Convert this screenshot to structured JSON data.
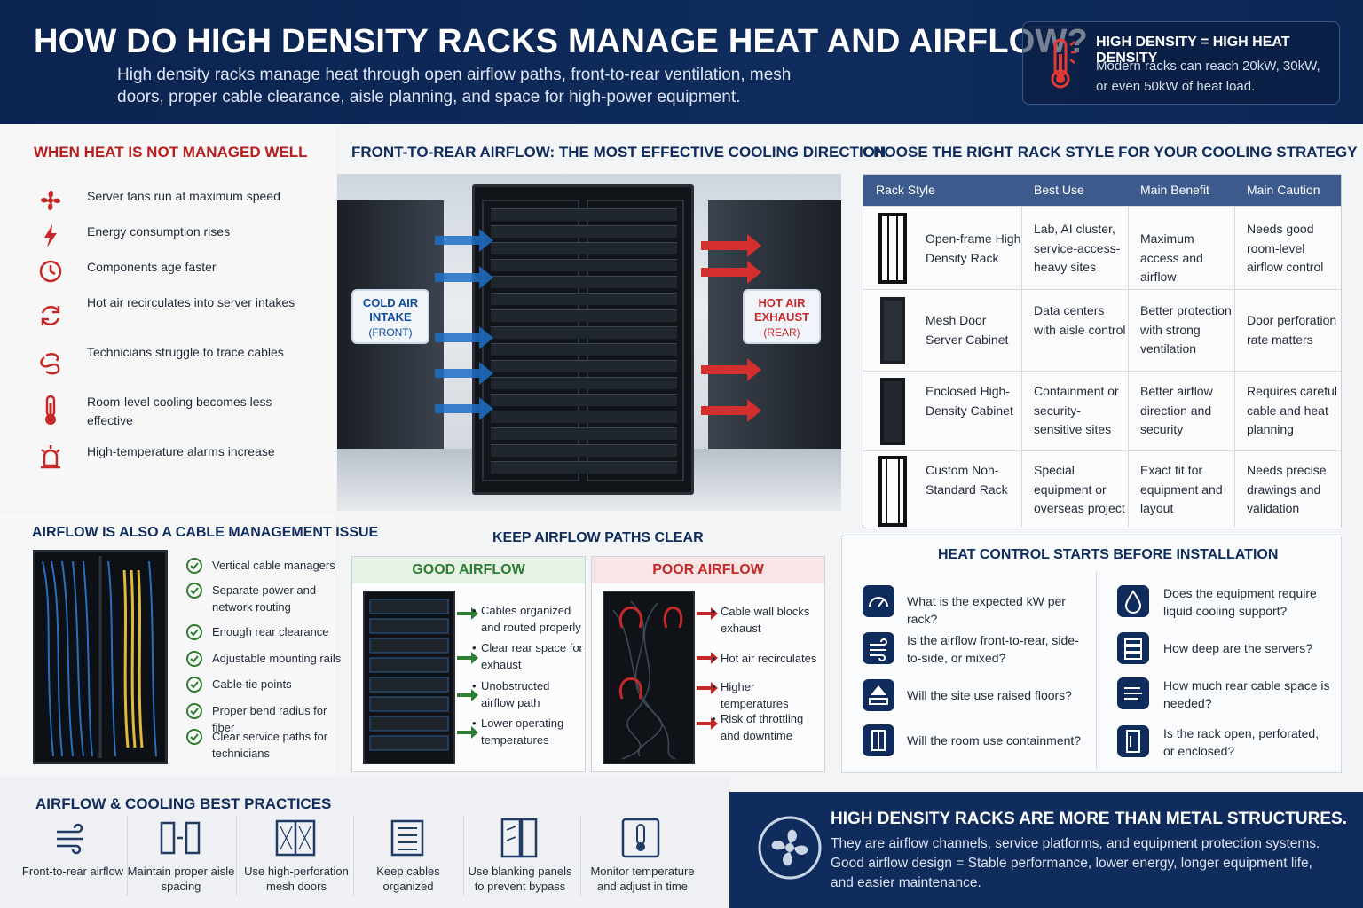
{
  "header": {
    "title": "HOW DO HIGH DENSITY RACKS MANAGE HEAT AND AIRFLOW?",
    "subtitle": "High density racks manage heat through open airflow paths, front-to-rear ventilation, mesh doors, proper cable clearance, aisle planning, and space for high-power equipment.",
    "callout_title": "HIGH DENSITY = HIGH HEAT DENSITY",
    "callout_body": "Modern racks can reach 20kW, 30kW, or even 50kW of heat load."
  },
  "heat_issues": {
    "title": "WHEN HEAT IS NOT MANAGED WELL",
    "items": [
      {
        "text": "Server fans run at maximum speed",
        "icon": "fan-icon"
      },
      {
        "text": "Energy consumption rises",
        "icon": "lightning-icon"
      },
      {
        "text": "Components age faster",
        "icon": "clock-icon"
      },
      {
        "text": "Hot air recirculates into server intakes",
        "icon": "recirculate-icon"
      },
      {
        "text": "Technicians struggle to trace cables",
        "icon": "cable-icon"
      },
      {
        "text": "Room-level cooling becomes less effective",
        "icon": "thermometer-icon"
      },
      {
        "text": "High-temperature alarms increase",
        "icon": "alarm-icon"
      }
    ]
  },
  "front_rear": {
    "title": "FRONT-TO-REAR AIRFLOW: THE MOST EFFECTIVE COOLING DIRECTION",
    "cold_line1": "COLD AIR",
    "cold_line2": "INTAKE",
    "cold_line3": "(FRONT)",
    "hot_line1": "HOT AIR",
    "hot_line2": "EXHAUST",
    "hot_line3": "(REAR)",
    "cold_color": "#1e6fc6",
    "hot_color": "#c62828"
  },
  "rack_styles": {
    "title": "CHOOSE THE RIGHT RACK STYLE FOR YOUR COOLING STRATEGY",
    "headers": [
      "Rack Style",
      "Best Use",
      "Main Benefit",
      "Main Caution"
    ],
    "rows": [
      {
        "style": "Open-frame High Density Rack",
        "use": "Lab, AI cluster, service-access-heavy sites",
        "benefit": "Maximum access and airflow",
        "caution": "Needs good room-level airflow control"
      },
      {
        "style": "Mesh Door Server Cabinet",
        "use": "Data centers with aisle control",
        "benefit": "Better protection with strong ventilation",
        "caution": "Door perforation rate matters"
      },
      {
        "style": "Enclosed High-Density Cabinet",
        "use": "Containment or security-sensitive sites",
        "benefit": "Better airflow direction and security",
        "caution": "Requires careful cable and heat planning"
      },
      {
        "style": "Custom Non-Standard Rack",
        "use": "Special equipment or overseas project",
        "benefit": "Exact fit for equipment and layout",
        "caution": "Needs precise drawings and validation"
      }
    ]
  },
  "cable": {
    "title": "AIRFLOW IS ALSO A CABLE MANAGEMENT ISSUE",
    "items": [
      "Vertical cable managers",
      "Separate power and network routing",
      "Enough rear clearance",
      "Adjustable mounting rails",
      "Cable tie points",
      "Proper bend radius for fiber",
      "Clear service paths for technicians"
    ]
  },
  "clear_paths": {
    "title": "KEEP AIRFLOW PATHS CLEAR",
    "good_title": "GOOD AIRFLOW",
    "good_items": [
      "Cables organized and routed properly",
      "Clear rear space for exhaust",
      "Unobstructed airflow path",
      "Lower operating temperatures"
    ],
    "poor_title": "POOR AIRFLOW",
    "poor_items": [
      "Cable wall blocks exhaust",
      "Hot air recirculates",
      "Higher temperatures",
      "Risk of throttling and downtime"
    ],
    "good_color": "#2e7d32",
    "poor_color": "#c62828"
  },
  "heat_control": {
    "title": "HEAT CONTROL STARTS BEFORE INSTALLATION",
    "left": [
      {
        "text": "What is the expected kW per rack?",
        "icon": "gauge-icon"
      },
      {
        "text": "Is the airflow front-to-rear, side-to-side, or mixed?",
        "icon": "wind-icon"
      },
      {
        "text": "Will the site use raised floors?",
        "icon": "raised-floor-icon"
      },
      {
        "text": "Will the room use containment?",
        "icon": "door-icon"
      }
    ],
    "right": [
      {
        "text": "Does the equipment require liquid cooling support?",
        "icon": "droplet-icon"
      },
      {
        "text": "How deep are the servers?",
        "icon": "server-icon"
      },
      {
        "text": "How much rear cable space is needed?",
        "icon": "cable-space-icon"
      },
      {
        "text": "Is the rack open, perforated, or enclosed?",
        "icon": "rack-door-icon"
      }
    ]
  },
  "best_practices": {
    "title": "AIRFLOW & COOLING BEST PRACTICES",
    "items": [
      {
        "text": "Front-to-rear airflow",
        "icon": "airflow-icon"
      },
      {
        "text": "Maintain proper aisle spacing",
        "icon": "aisle-icon"
      },
      {
        "text": "Use high-perforation mesh doors",
        "icon": "mesh-door-icon"
      },
      {
        "text": "Keep cables organized",
        "icon": "cable-organizer-icon"
      },
      {
        "text": "Use blanking panels to prevent bypass",
        "icon": "blanking-panel-icon"
      },
      {
        "text": "Monitor temperature and adjust in time",
        "icon": "temperature-monitor-icon"
      }
    ]
  },
  "footer": {
    "title": "HIGH DENSITY RACKS ARE MORE THAN METAL STRUCTURES.",
    "body": "They are airflow channels, service platforms, and equipment protection systems. Good airflow design = Stable performance, lower energy, longer equipment life, and easier maintenance."
  }
}
